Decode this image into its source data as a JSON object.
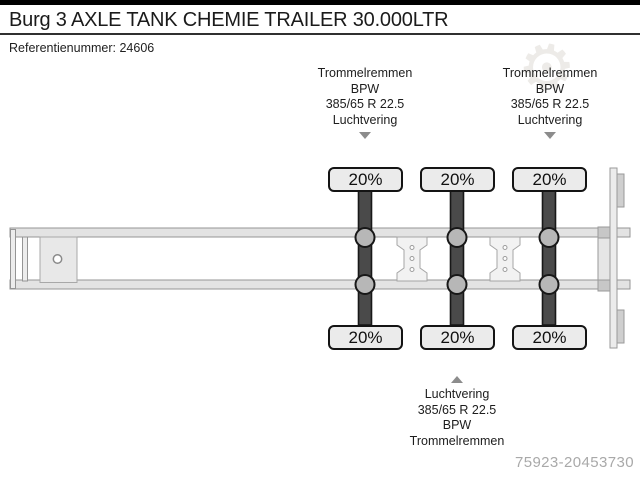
{
  "header": {
    "title": "Burg 3 AXLE TANK CHEMIE TRAILER 30.000LTR",
    "reference": "Referentienummer: 24606"
  },
  "diagram": {
    "axle_count": 3,
    "spec_top_left": {
      "lines": [
        "Trommelremmen",
        "BPW",
        "385/65 R 22.5",
        "Luchtvering"
      ]
    },
    "spec_top_right": {
      "lines": [
        "Trommelremmen",
        "BPW",
        "385/65 R 22.5",
        "Luchtvering"
      ]
    },
    "spec_bottom": {
      "lines": [
        "Luchtvering",
        "385/65 R 22.5",
        "BPW",
        "Trommelremmen"
      ]
    },
    "tires": {
      "axle1_top": "20%",
      "axle2_top": "20%",
      "axle3_top": "20%",
      "axle1_bottom": "20%",
      "axle2_bottom": "20%",
      "axle3_bottom": "20%"
    }
  },
  "watermark": {
    "photo_code": "75923-20453730",
    "gear_icon_glyph": "⚙"
  },
  "colors": {
    "top_bar": "#000000",
    "axle_bar": "#4a4a4a",
    "tire_label_fill": "#ebebeb",
    "chassis_fill": "#e3e3e3",
    "chassis_line": "#949494",
    "arrow_gray": "#8c8c8c",
    "photo_code_text": "#a9a9a9"
  }
}
